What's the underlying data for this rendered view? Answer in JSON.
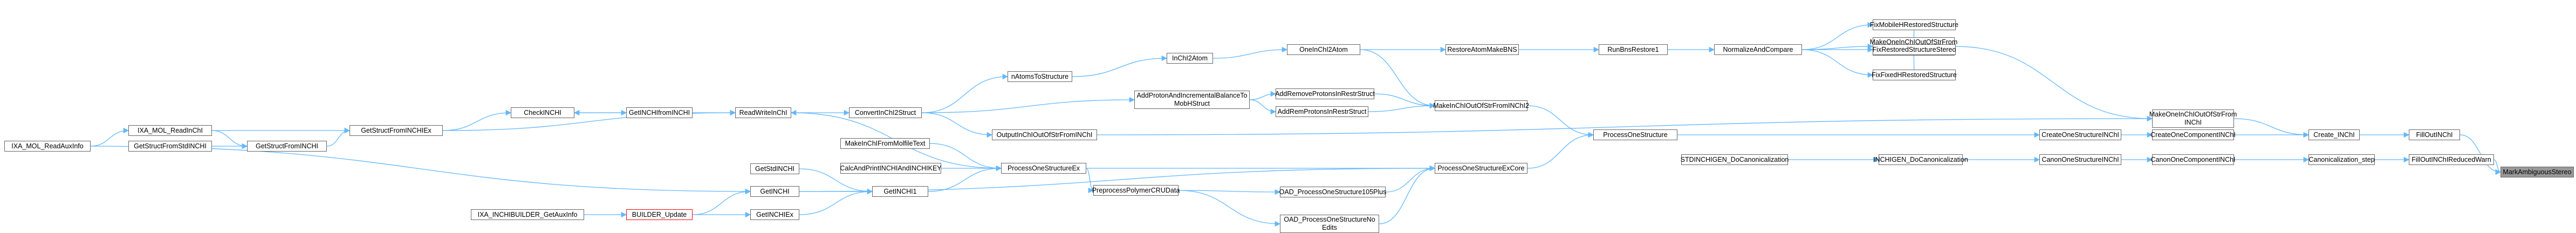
{
  "graph": {
    "edge_color": "#63b8ff",
    "node_border_color": "#666666",
    "node_fill": "#ffffff",
    "root_fill": "#999999",
    "highlight_border_color": "#ff0000",
    "nodes": [
      {
        "id": "n0",
        "label": "MarkAmbiguousStereo",
        "kind": "root"
      },
      {
        "id": "n1",
        "label": "FillOutINChI"
      },
      {
        "id": "n2",
        "label": "FillOutINChIReducedWarn"
      },
      {
        "id": "n3",
        "label": "Create_INChI"
      },
      {
        "id": "n4",
        "label": "Canonicalization_step"
      },
      {
        "id": "n5",
        "label": "CreateOneComponentINChI"
      },
      {
        "id": "n6",
        "label": "MakeOneInChIOutOfStrFrom\nINChI"
      },
      {
        "id": "n7",
        "label": "CanonOneComponentINChI"
      },
      {
        "id": "n8",
        "label": "CreateOneStructureINChI"
      },
      {
        "id": "n9",
        "label": "ProcessOneStructure"
      },
      {
        "id": "n10",
        "label": "CanonOneStructureINChI"
      },
      {
        "id": "n11",
        "label": "INCHIGEN_DoCanonicalization"
      },
      {
        "id": "n12",
        "label": "STDINCHIGEN_DoCanonicalization"
      },
      {
        "id": "n13",
        "label": "ProcessOneStructureExCore"
      },
      {
        "id": "n14",
        "label": "MakeInChIOutOfStrFromINChI2"
      },
      {
        "id": "n15",
        "label": "AddRemoveProtonsInRestrStruct"
      },
      {
        "id": "n16",
        "label": "AddRemProtonsInRestrStruct"
      },
      {
        "id": "n17",
        "label": "OneInChI2Atom"
      },
      {
        "id": "n18",
        "label": "RestoreAtomMakeBNS"
      },
      {
        "id": "n19",
        "label": "RunBnsRestore1"
      },
      {
        "id": "n20",
        "label": "NormalizeAndCompare"
      },
      {
        "id": "n21",
        "label": "MakeOneInChIOutOfStrFrom\nINChI2"
      },
      {
        "id": "n22",
        "label": "FixMobileHRestoredStructure"
      },
      {
        "id": "n23",
        "label": "FixRestoredStructureStereo"
      },
      {
        "id": "n24",
        "label": "FixFixedHRestoredStructure"
      },
      {
        "id": "n25",
        "label": "InChI2Atom"
      },
      {
        "id": "n26",
        "label": "AddProtonAndIncrementalBalanceTo\nMobHStruct"
      },
      {
        "id": "n27",
        "label": "nAtomsToStructure"
      },
      {
        "id": "n28",
        "label": "ConvertInChI2Struct"
      },
      {
        "id": "n29",
        "label": "OutputInChIOutOfStrFromINChI"
      },
      {
        "id": "n30",
        "label": "ReadWriteInChI"
      },
      {
        "id": "n31",
        "label": "GetINCHIfromINCHI"
      },
      {
        "id": "n32",
        "label": "CheckINCHI"
      },
      {
        "id": "n33",
        "label": "GetStructFromINCHIEx"
      },
      {
        "id": "n34",
        "label": "IXA_MOL_ReadInChI"
      },
      {
        "id": "n35",
        "label": "GetStructFromINCHI"
      },
      {
        "id": "n36",
        "label": "GetStructFromStdINCHI"
      },
      {
        "id": "n37",
        "label": "IXA_MOL_ReadAuxInfo"
      },
      {
        "id": "n38",
        "label": "ProcessOneStructureEx"
      },
      {
        "id": "n39",
        "label": "MakeInChIFromMolfileText"
      },
      {
        "id": "n40",
        "label": "CalcAndPrintINCHIAndINCHIKEY"
      },
      {
        "id": "n41",
        "label": "PreprocessPolymerCRUData"
      },
      {
        "id": "n42",
        "label": "OAD_ProcessOneStructure105Plus"
      },
      {
        "id": "n43",
        "label": "OAD_ProcessOneStructureNo\nEdits"
      },
      {
        "id": "n44",
        "label": "GetINCHI1"
      },
      {
        "id": "n45",
        "label": "GetStdINCHI"
      },
      {
        "id": "n46",
        "label": "GetINCHI"
      },
      {
        "id": "n47",
        "label": "GetINCHIEx"
      },
      {
        "id": "n48",
        "label": "BUILDER_Update",
        "kind": "red"
      },
      {
        "id": "n49",
        "label": "IXA_INCHIBUILDER_GetAuxInfo"
      }
    ],
    "edges": [
      {
        "from": "n1",
        "to": "n0"
      },
      {
        "from": "n2",
        "to": "n0"
      },
      {
        "from": "n3",
        "to": "n1"
      },
      {
        "from": "n4",
        "to": "n2"
      },
      {
        "from": "n5",
        "to": "n3"
      },
      {
        "from": "n6",
        "to": "n3"
      },
      {
        "from": "n7",
        "to": "n4"
      },
      {
        "from": "n8",
        "to": "n5"
      },
      {
        "from": "n9",
        "to": "n8"
      },
      {
        "from": "n10",
        "to": "n7"
      },
      {
        "from": "n11",
        "to": "n10"
      },
      {
        "from": "n12",
        "to": "n11"
      },
      {
        "from": "n13",
        "to": "n9"
      },
      {
        "from": "n14",
        "to": "n9"
      },
      {
        "from": "n21",
        "to": "n6"
      },
      {
        "from": "n22",
        "to": "n21"
      },
      {
        "from": "n23",
        "to": "n21"
      },
      {
        "from": "n24",
        "to": "n21"
      },
      {
        "from": "n20",
        "to": "n21"
      },
      {
        "from": "n20",
        "to": "n22"
      },
      {
        "from": "n20",
        "to": "n23"
      },
      {
        "from": "n20",
        "to": "n24"
      },
      {
        "from": "n19",
        "to": "n20"
      },
      {
        "from": "n18",
        "to": "n19"
      },
      {
        "from": "n17",
        "to": "n18"
      },
      {
        "from": "n17",
        "to": "n14"
      },
      {
        "from": "n15",
        "to": "n14"
      },
      {
        "from": "n16",
        "to": "n14"
      },
      {
        "from": "n26",
        "to": "n15"
      },
      {
        "from": "n26",
        "to": "n16"
      },
      {
        "from": "n25",
        "to": "n17"
      },
      {
        "from": "n27",
        "to": "n25"
      },
      {
        "from": "n28",
        "to": "n27"
      },
      {
        "from": "n28",
        "to": "n26"
      },
      {
        "from": "n29",
        "to": "n6"
      },
      {
        "from": "n28",
        "to": "n29"
      },
      {
        "from": "n30",
        "to": "n28"
      },
      {
        "from": "n31",
        "to": "n30"
      },
      {
        "from": "n32",
        "to": "n31"
      },
      {
        "from": "n31",
        "to": "n32"
      },
      {
        "from": "n33",
        "to": "n32"
      },
      {
        "from": "n33",
        "to": "n30"
      },
      {
        "from": "n34",
        "to": "n33"
      },
      {
        "from": "n35",
        "to": "n33"
      },
      {
        "from": "n36",
        "to": "n35"
      },
      {
        "from": "n34",
        "to": "n35"
      },
      {
        "from": "n37",
        "to": "n34"
      },
      {
        "from": "n38",
        "to": "n13"
      },
      {
        "from": "n38",
        "to": "n30"
      },
      {
        "from": "n39",
        "to": "n38"
      },
      {
        "from": "n40",
        "to": "n38"
      },
      {
        "from": "n44",
        "to": "n38"
      },
      {
        "from": "n41",
        "to": "n42"
      },
      {
        "from": "n41",
        "to": "n43"
      },
      {
        "from": "n38",
        "to": "n41"
      },
      {
        "from": "n42",
        "to": "n13"
      },
      {
        "from": "n43",
        "to": "n13"
      },
      {
        "from": "n45",
        "to": "n44"
      },
      {
        "from": "n46",
        "to": "n44"
      },
      {
        "from": "n47",
        "to": "n44"
      },
      {
        "from": "n48",
        "to": "n46"
      },
      {
        "from": "n48",
        "to": "n47"
      },
      {
        "from": "n49",
        "to": "n48"
      },
      {
        "from": "n46",
        "to": "n13"
      },
      {
        "from": "n37",
        "to": "n46"
      }
    ]
  }
}
